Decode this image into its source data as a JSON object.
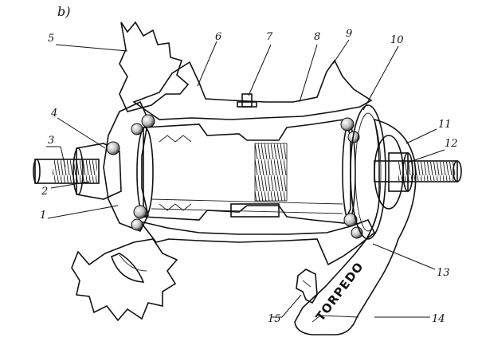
{
  "subfigure_label": "b)",
  "brand": "TORPEDO",
  "part_labels": [
    "1",
    "2",
    "3",
    "4",
    "5",
    "6",
    "7",
    "8",
    "9",
    "10",
    "11",
    "12",
    "13",
    "14",
    "15"
  ]
}
